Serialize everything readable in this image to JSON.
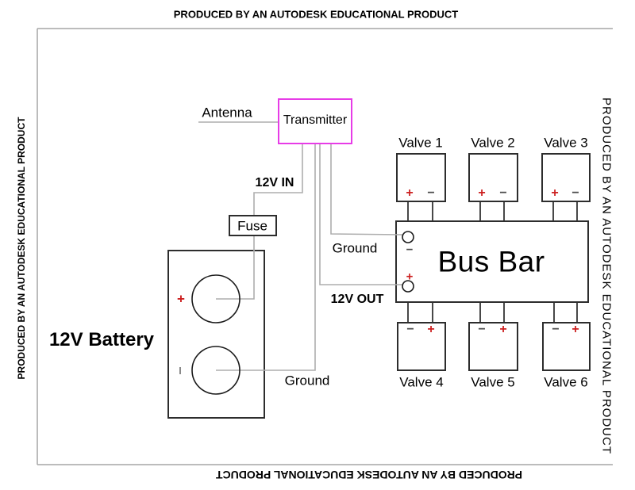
{
  "watermark": {
    "top": "PRODUCED BY AN AUTODESK EDUCATIONAL PRODUCT",
    "bottom": "PRODUCED BY AN AUTODESK EDUCATIONAL PRODUCT",
    "left": "PRODUCED BY AN AUTODESK EDUCATIONAL PRODUCT",
    "right": "PRODUCED BY AN AUTODESK EDUCATIONAL PRODUCT"
  },
  "colors": {
    "wire_gray": "#adadad",
    "wire_black": "#1a1a1a",
    "box_outline": "#2d2d2d",
    "transmitter_border": "#e73ce7",
    "positive_red": "#cc1f1f",
    "negative_gray": "#4a4a4a",
    "frame_gray": "#a5a5a5"
  },
  "diagram": {
    "antenna_label": "Antenna",
    "transmitter_label": "Transmitter",
    "fuse_label": "Fuse",
    "labels": {
      "in_12v": "12V IN",
      "out_12v": "12V OUT",
      "ground_busbar": "Ground",
      "ground_battery": "Ground"
    },
    "battery": {
      "label": "12V Battery",
      "positive_sign": "+"
    },
    "busbar": {
      "label": "Bus Bar",
      "positive_sign": "+",
      "negative_sign": "−"
    },
    "valves": [
      {
        "label": "Valve 1",
        "left_sign": "+",
        "right_sign": "−"
      },
      {
        "label": "Valve 2",
        "left_sign": "+",
        "right_sign": "−"
      },
      {
        "label": "Valve 3",
        "left_sign": "+",
        "right_sign": "−"
      },
      {
        "label": "Valve 4",
        "left_sign": "−",
        "right_sign": "+"
      },
      {
        "label": "Valve 5",
        "left_sign": "−",
        "right_sign": "+"
      },
      {
        "label": "Valve 6",
        "left_sign": "−",
        "right_sign": "+"
      }
    ]
  }
}
